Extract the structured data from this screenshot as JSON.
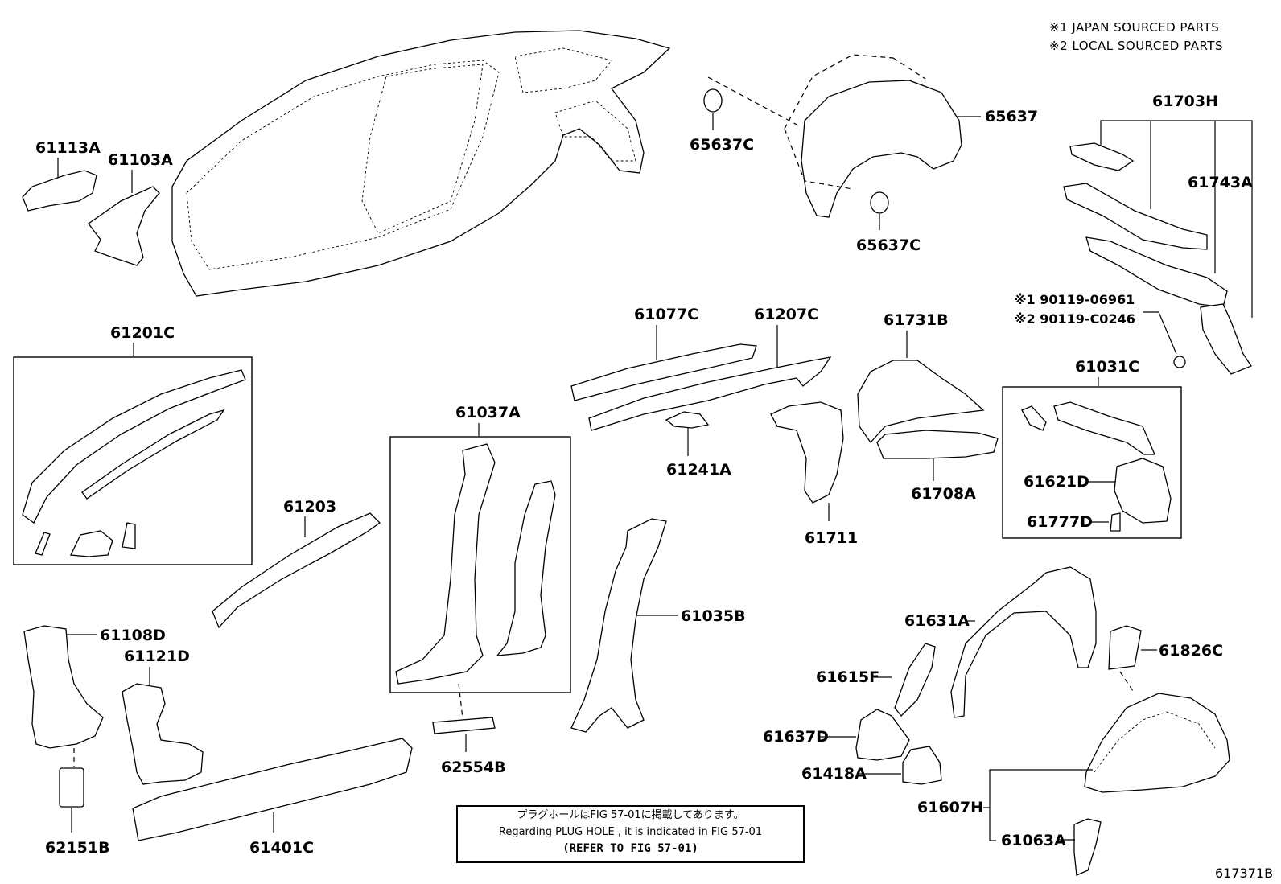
{
  "notes": {
    "note1": "※1 JAPAN SOURCED PARTS",
    "note2": "※2 LOCAL SOURCED PARTS"
  },
  "remark": {
    "line1": "プラグホールはFIG 57-01に掲載してあります。",
    "line2": "Regarding PLUG HOLE , it is indicated in FIG 57-01",
    "line3": "(REFER TO FIG 57-01)"
  },
  "figure_id": "617371B",
  "parts": {
    "p61113A": "61113A",
    "p61103A": "61103A",
    "p65637C_top": "65637C",
    "p65637": "65637",
    "p65637C_bottom": "65637C",
    "p61703H": "61703H",
    "p61743A": "61743A",
    "bolt1": "※1 90119-06961",
    "bolt2": "※2 90119-C0246",
    "p61201C": "61201C",
    "p61077C": "61077C",
    "p61207C": "61207C",
    "p61731B": "61731B",
    "p61031C": "61031C",
    "p61037A": "61037A",
    "p61241A": "61241A",
    "p61708A": "61708A",
    "p61621D": "61621D",
    "p61777D": "61777D",
    "p61203": "61203",
    "p61711": "61711",
    "p61035B": "61035B",
    "p61108D": "61108D",
    "p61121D": "61121D",
    "p61631A": "61631A",
    "p61826C": "61826C",
    "p61615F": "61615F",
    "p61637D": "61637D",
    "p61418A": "61418A",
    "p61607H": "61607H",
    "p61063A": "61063A",
    "p62554B": "62554B",
    "p62151B": "62151B",
    "p61401C": "61401C"
  }
}
